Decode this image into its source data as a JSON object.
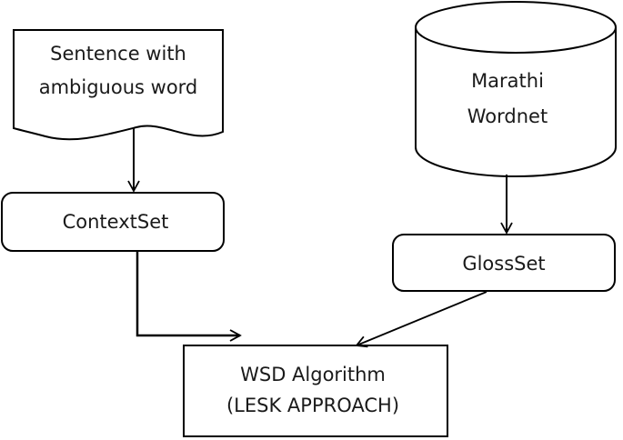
{
  "nodes": {
    "sentence": {
      "lines": [
        "Sentence with",
        "ambiguous word"
      ]
    },
    "wordnet": {
      "lines": [
        "Marathi",
        "Wordnet"
      ]
    },
    "contextset": {
      "label": "ContextSet"
    },
    "glossset": {
      "label": "GlossSet"
    },
    "wsd": {
      "lines": [
        "WSD Algorithm",
        "(LESK APPROACH)"
      ]
    }
  },
  "colors": {
    "stroke": "#000000",
    "text": "#1a1a1a",
    "background": "#ffffff"
  }
}
